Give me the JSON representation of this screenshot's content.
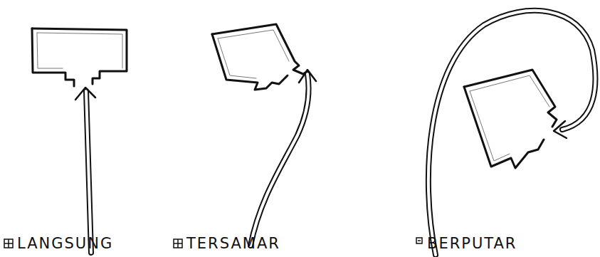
{
  "diagram": {
    "labels": [
      "LANGSUNG",
      "TERSAMAR",
      "BERPUTAR"
    ]
  }
}
